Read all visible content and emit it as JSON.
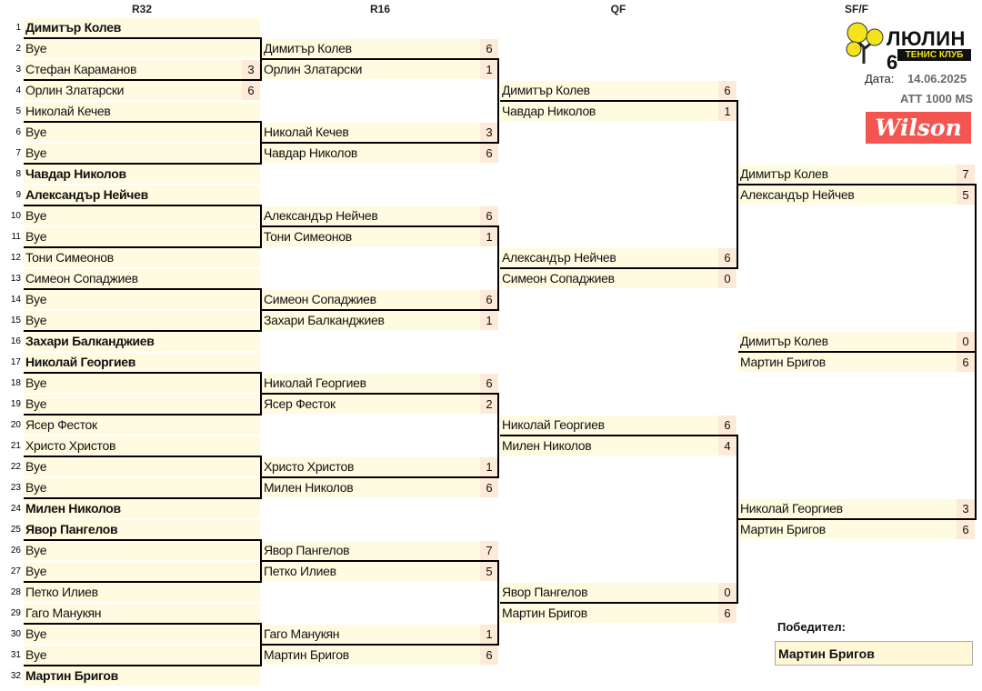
{
  "rounds": [
    {
      "label": "R32"
    },
    {
      "label": "R16"
    },
    {
      "label": "QF"
    },
    {
      "label": "SF/F"
    }
  ],
  "r32": [
    {
      "seed": "1",
      "name": "Димитър Колев",
      "bold": true,
      "score": ""
    },
    {
      "seed": "2",
      "name": "Bye",
      "bold": false,
      "score": ""
    },
    {
      "seed": "3",
      "name": "Стефан Караманов",
      "bold": false,
      "score": "3"
    },
    {
      "seed": "4",
      "name": "Орлин Златарски",
      "bold": false,
      "score": "6"
    },
    {
      "seed": "5",
      "name": "Николай Кечев",
      "bold": false,
      "score": ""
    },
    {
      "seed": "6",
      "name": "Bye",
      "bold": false,
      "score": ""
    },
    {
      "seed": "7",
      "name": "Bye",
      "bold": false,
      "score": ""
    },
    {
      "seed": "8",
      "name": "Чавдар Николов",
      "bold": true,
      "score": ""
    },
    {
      "seed": "9",
      "name": "Александър Нейчев",
      "bold": true,
      "score": ""
    },
    {
      "seed": "10",
      "name": "Bye",
      "bold": false,
      "score": ""
    },
    {
      "seed": "11",
      "name": "Bye",
      "bold": false,
      "score": ""
    },
    {
      "seed": "12",
      "name": "Тони Симеонов",
      "bold": false,
      "score": ""
    },
    {
      "seed": "13",
      "name": "Симеон Сопаджиев",
      "bold": false,
      "score": ""
    },
    {
      "seed": "14",
      "name": "Bye",
      "bold": false,
      "score": ""
    },
    {
      "seed": "15",
      "name": "Bye",
      "bold": false,
      "score": ""
    },
    {
      "seed": "16",
      "name": "Захари Балканджиев",
      "bold": true,
      "score": ""
    },
    {
      "seed": "17",
      "name": "Николай Георгиев",
      "bold": true,
      "score": ""
    },
    {
      "seed": "18",
      "name": "Bye",
      "bold": false,
      "score": ""
    },
    {
      "seed": "19",
      "name": "Bye",
      "bold": false,
      "score": ""
    },
    {
      "seed": "20",
      "name": "Ясер Фесток",
      "bold": false,
      "score": ""
    },
    {
      "seed": "21",
      "name": "Христо Христов",
      "bold": false,
      "score": ""
    },
    {
      "seed": "22",
      "name": "Bye",
      "bold": false,
      "score": ""
    },
    {
      "seed": "23",
      "name": "Bye",
      "bold": false,
      "score": ""
    },
    {
      "seed": "24",
      "name": "Милен Николов",
      "bold": true,
      "score": ""
    },
    {
      "seed": "25",
      "name": "Явор Пангелов",
      "bold": true,
      "score": ""
    },
    {
      "seed": "26",
      "name": "Bye",
      "bold": false,
      "score": ""
    },
    {
      "seed": "27",
      "name": "Bye",
      "bold": false,
      "score": ""
    },
    {
      "seed": "28",
      "name": "Петко Илиев",
      "bold": false,
      "score": ""
    },
    {
      "seed": "29",
      "name": "Гаго Манукян",
      "bold": false,
      "score": ""
    },
    {
      "seed": "30",
      "name": "Bye",
      "bold": false,
      "score": ""
    },
    {
      "seed": "31",
      "name": "Bye",
      "bold": false,
      "score": ""
    },
    {
      "seed": "32",
      "name": "Мартин Бригов",
      "bold": true,
      "score": ""
    }
  ],
  "r16": [
    {
      "name": "Димитър Колев",
      "score": "6"
    },
    {
      "name": "Орлин Златарски",
      "score": "1"
    },
    {
      "name": "Николай Кечев",
      "score": "3"
    },
    {
      "name": "Чавдар Николов",
      "score": "6"
    },
    {
      "name": "Александър Нейчев",
      "score": "6"
    },
    {
      "name": "Тони Симеонов",
      "score": "1"
    },
    {
      "name": "Симеон Сопаджиев",
      "score": "6"
    },
    {
      "name": "Захари Балканджиев",
      "score": "1"
    },
    {
      "name": "Николай Георгиев",
      "score": "6"
    },
    {
      "name": "Ясер Фесток",
      "score": "2"
    },
    {
      "name": "Христо Христов",
      "score": "1"
    },
    {
      "name": "Милен Николов",
      "score": "6"
    },
    {
      "name": "Явор Пангелов",
      "score": "7"
    },
    {
      "name": "Петко Илиев",
      "score": "5"
    },
    {
      "name": "Гаго Манукян",
      "score": "1"
    },
    {
      "name": "Мартин Бригов",
      "score": "6"
    }
  ],
  "qf": [
    {
      "name": "Димитър Колев",
      "score": "6"
    },
    {
      "name": "Чавдар Николов",
      "score": "1"
    },
    {
      "name": "Александър Нейчев",
      "score": "6"
    },
    {
      "name": "Симеон Сопаджиев",
      "score": "0"
    },
    {
      "name": "Николай Георгиев",
      "score": "6"
    },
    {
      "name": "Милен Николов",
      "score": "4"
    },
    {
      "name": "Явор Пангелов",
      "score": "0"
    },
    {
      "name": "Мартин Бригов",
      "score": "6"
    }
  ],
  "sf": [
    {
      "name": "Димитър Колев",
      "score": "7"
    },
    {
      "name": "Александър Нейчев",
      "score": "5"
    },
    {
      "name": "Димитър Колев",
      "score": "0"
    },
    {
      "name": "Мартин Бригов",
      "score": "6"
    },
    {
      "name": "Николай Георгиев",
      "score": "3"
    },
    {
      "name": "Мартин Бригов",
      "score": "6"
    }
  ],
  "club": {
    "name": "ЛЮЛИН 6",
    "subtitle": "ТЕНИС КЛУБ"
  },
  "info": {
    "date_label": "Дата:",
    "date": "14.06.2025",
    "event": "ATT 1000 MS"
  },
  "sponsor": "Wilson",
  "winner": {
    "label": "Победител:",
    "name": "Мартин Бригов"
  }
}
